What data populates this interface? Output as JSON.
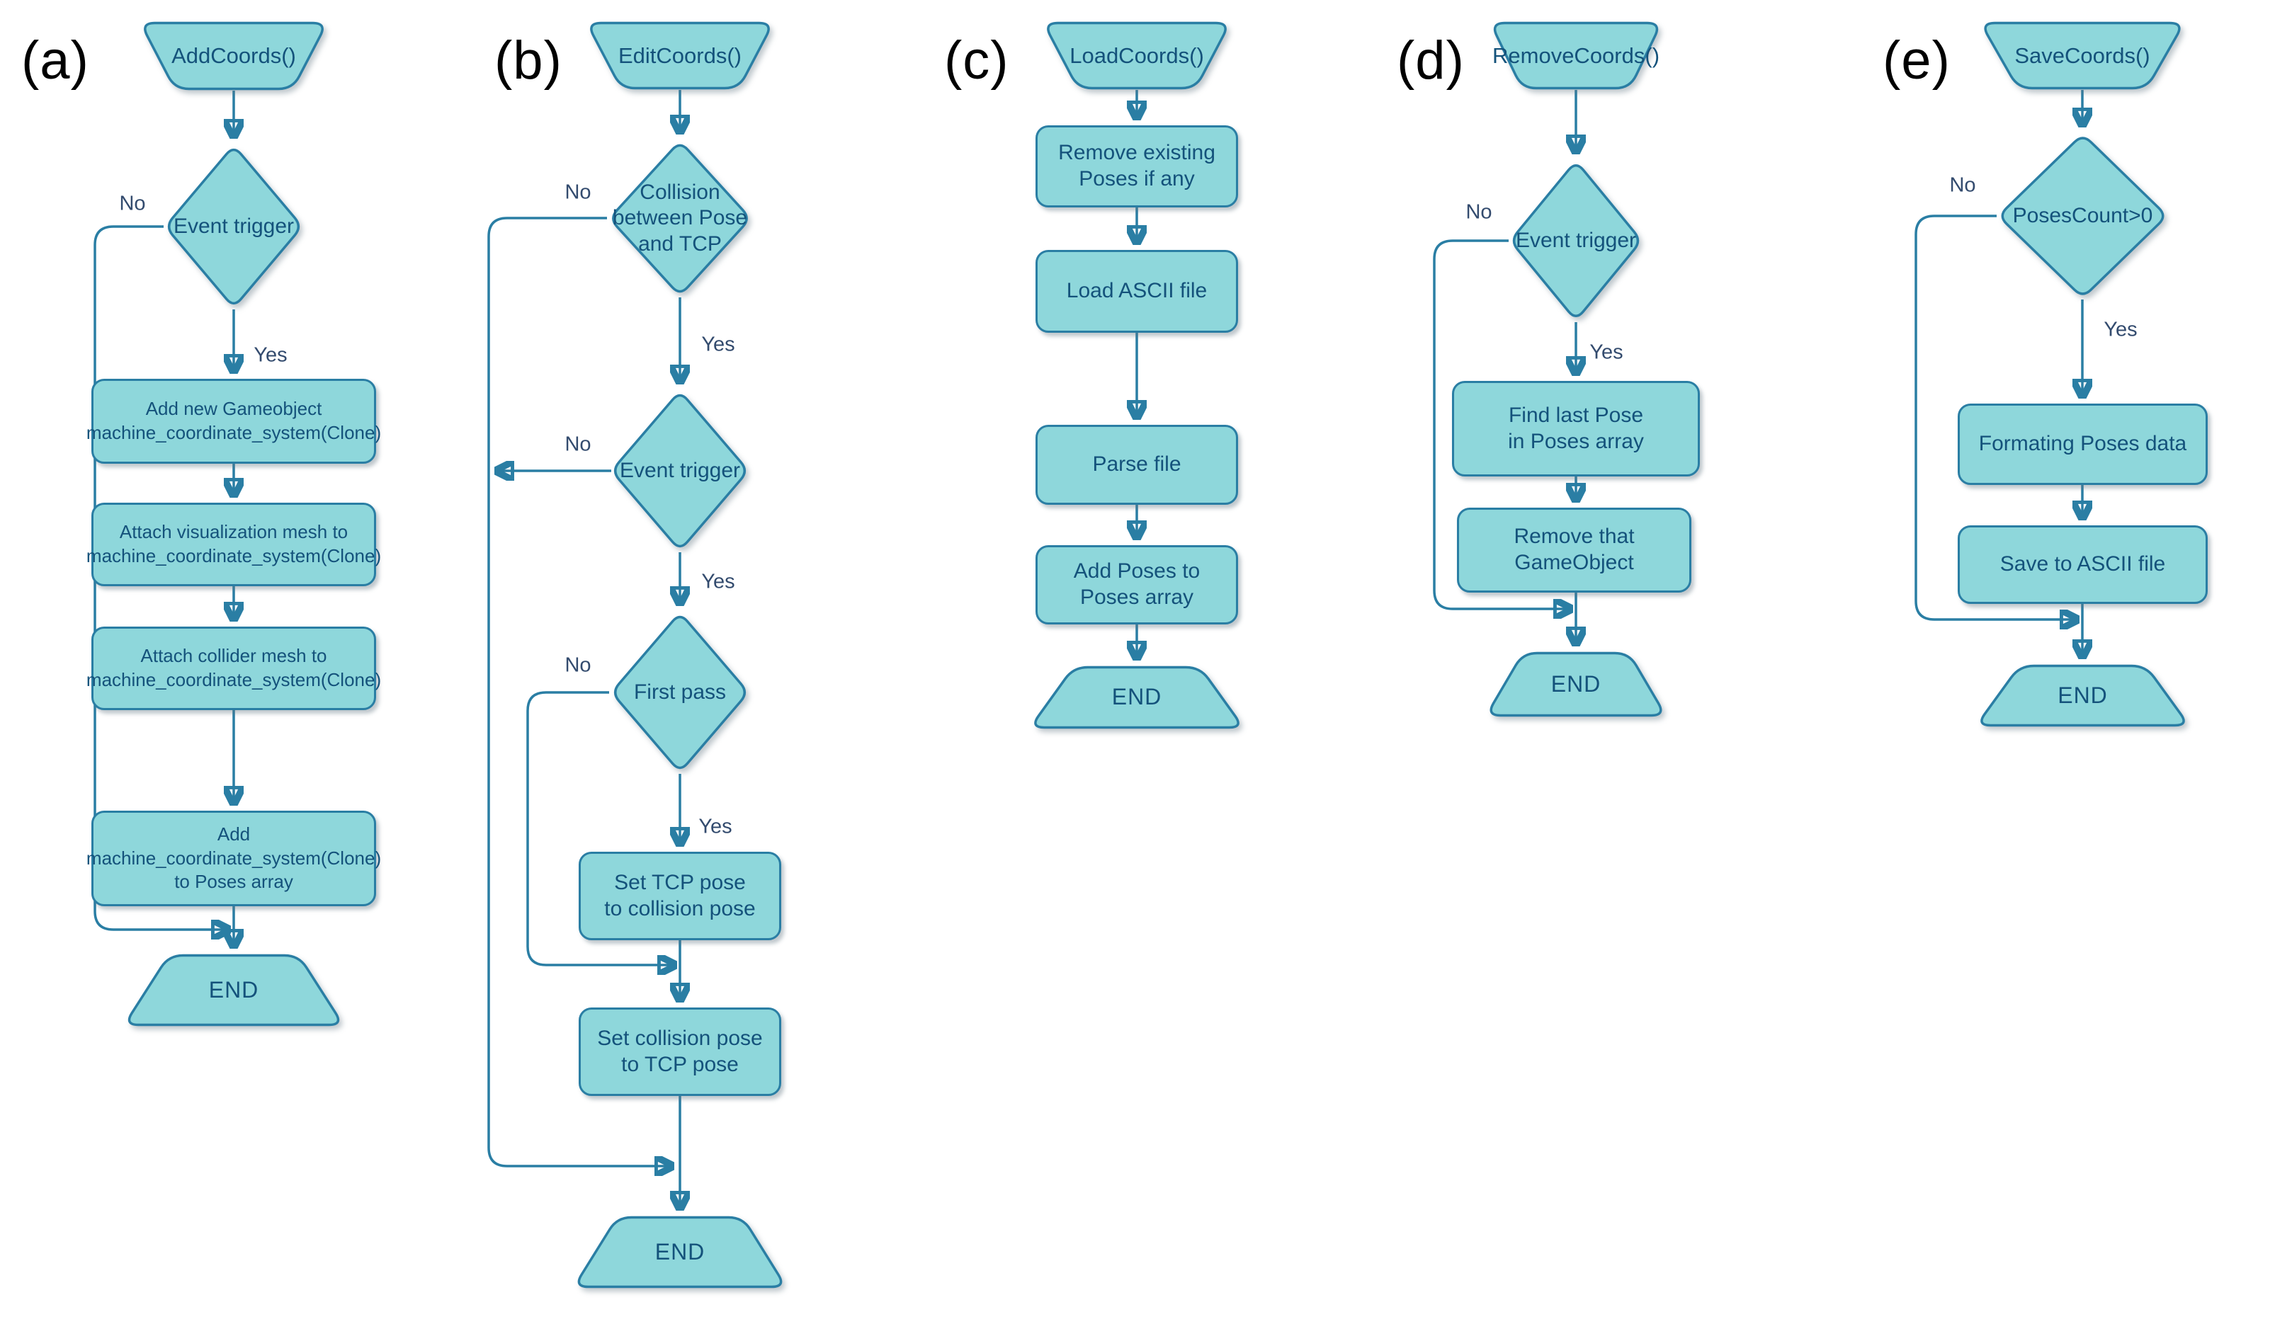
{
  "colors": {
    "background": "#ffffff",
    "node_fill": "#8ed7db",
    "node_border": "#2a7ea4",
    "node_text": "#14527b",
    "connector": "#2a7ea4",
    "edge_label_text": "#334b6e",
    "figure_label_text": "#000000"
  },
  "flowcharts": [
    {
      "label": "(a)",
      "start": "AddCoords()",
      "end": "END",
      "decisions": [
        {
          "text": "Event trigger",
          "no": "No",
          "yes": "Yes"
        }
      ],
      "processes": [
        "Add new Gameobject\nmachine_coordinate_system(Clone)",
        "Attach visualization mesh to\nmachine_coordinate_system(Clone)",
        "Attach collider mesh to\nmachine_coordinate_system(Clone)",
        "Add\nmachine_coordinate_system(Clone)\nto Poses array"
      ]
    },
    {
      "label": "(b)",
      "start": "EditCoords()",
      "end": "END",
      "decisions": [
        {
          "text": "Collision\nbetween Pose\nand TCP",
          "no": "No",
          "yes": "Yes"
        },
        {
          "text": "Event trigger",
          "no": "No",
          "yes": "Yes"
        },
        {
          "text": "First pass",
          "no": "No",
          "yes": "Yes"
        }
      ],
      "processes": [
        "Set TCP pose\nto collision pose",
        "Set collision pose\nto TCP pose"
      ]
    },
    {
      "label": "(c)",
      "start": "LoadCoords()",
      "end": "END",
      "decisions": [],
      "processes": [
        "Remove existing\nPoses if any",
        "Load ASCII file",
        "Parse file",
        "Add Poses to\nPoses array"
      ]
    },
    {
      "label": "(d)",
      "start": "RemoveCoords()",
      "end": "END",
      "decisions": [
        {
          "text": "Event trigger",
          "no": "No",
          "yes": "Yes"
        }
      ],
      "processes": [
        "Find last Pose\nin Poses array",
        "Remove that GameObject"
      ]
    },
    {
      "label": "(e)",
      "start": "SaveCoords()",
      "end": "END",
      "decisions": [
        {
          "text": "PosesCount>0",
          "no": "No",
          "yes": "Yes"
        }
      ],
      "processes": [
        "Formating Poses data",
        "Save to ASCII file"
      ]
    }
  ]
}
